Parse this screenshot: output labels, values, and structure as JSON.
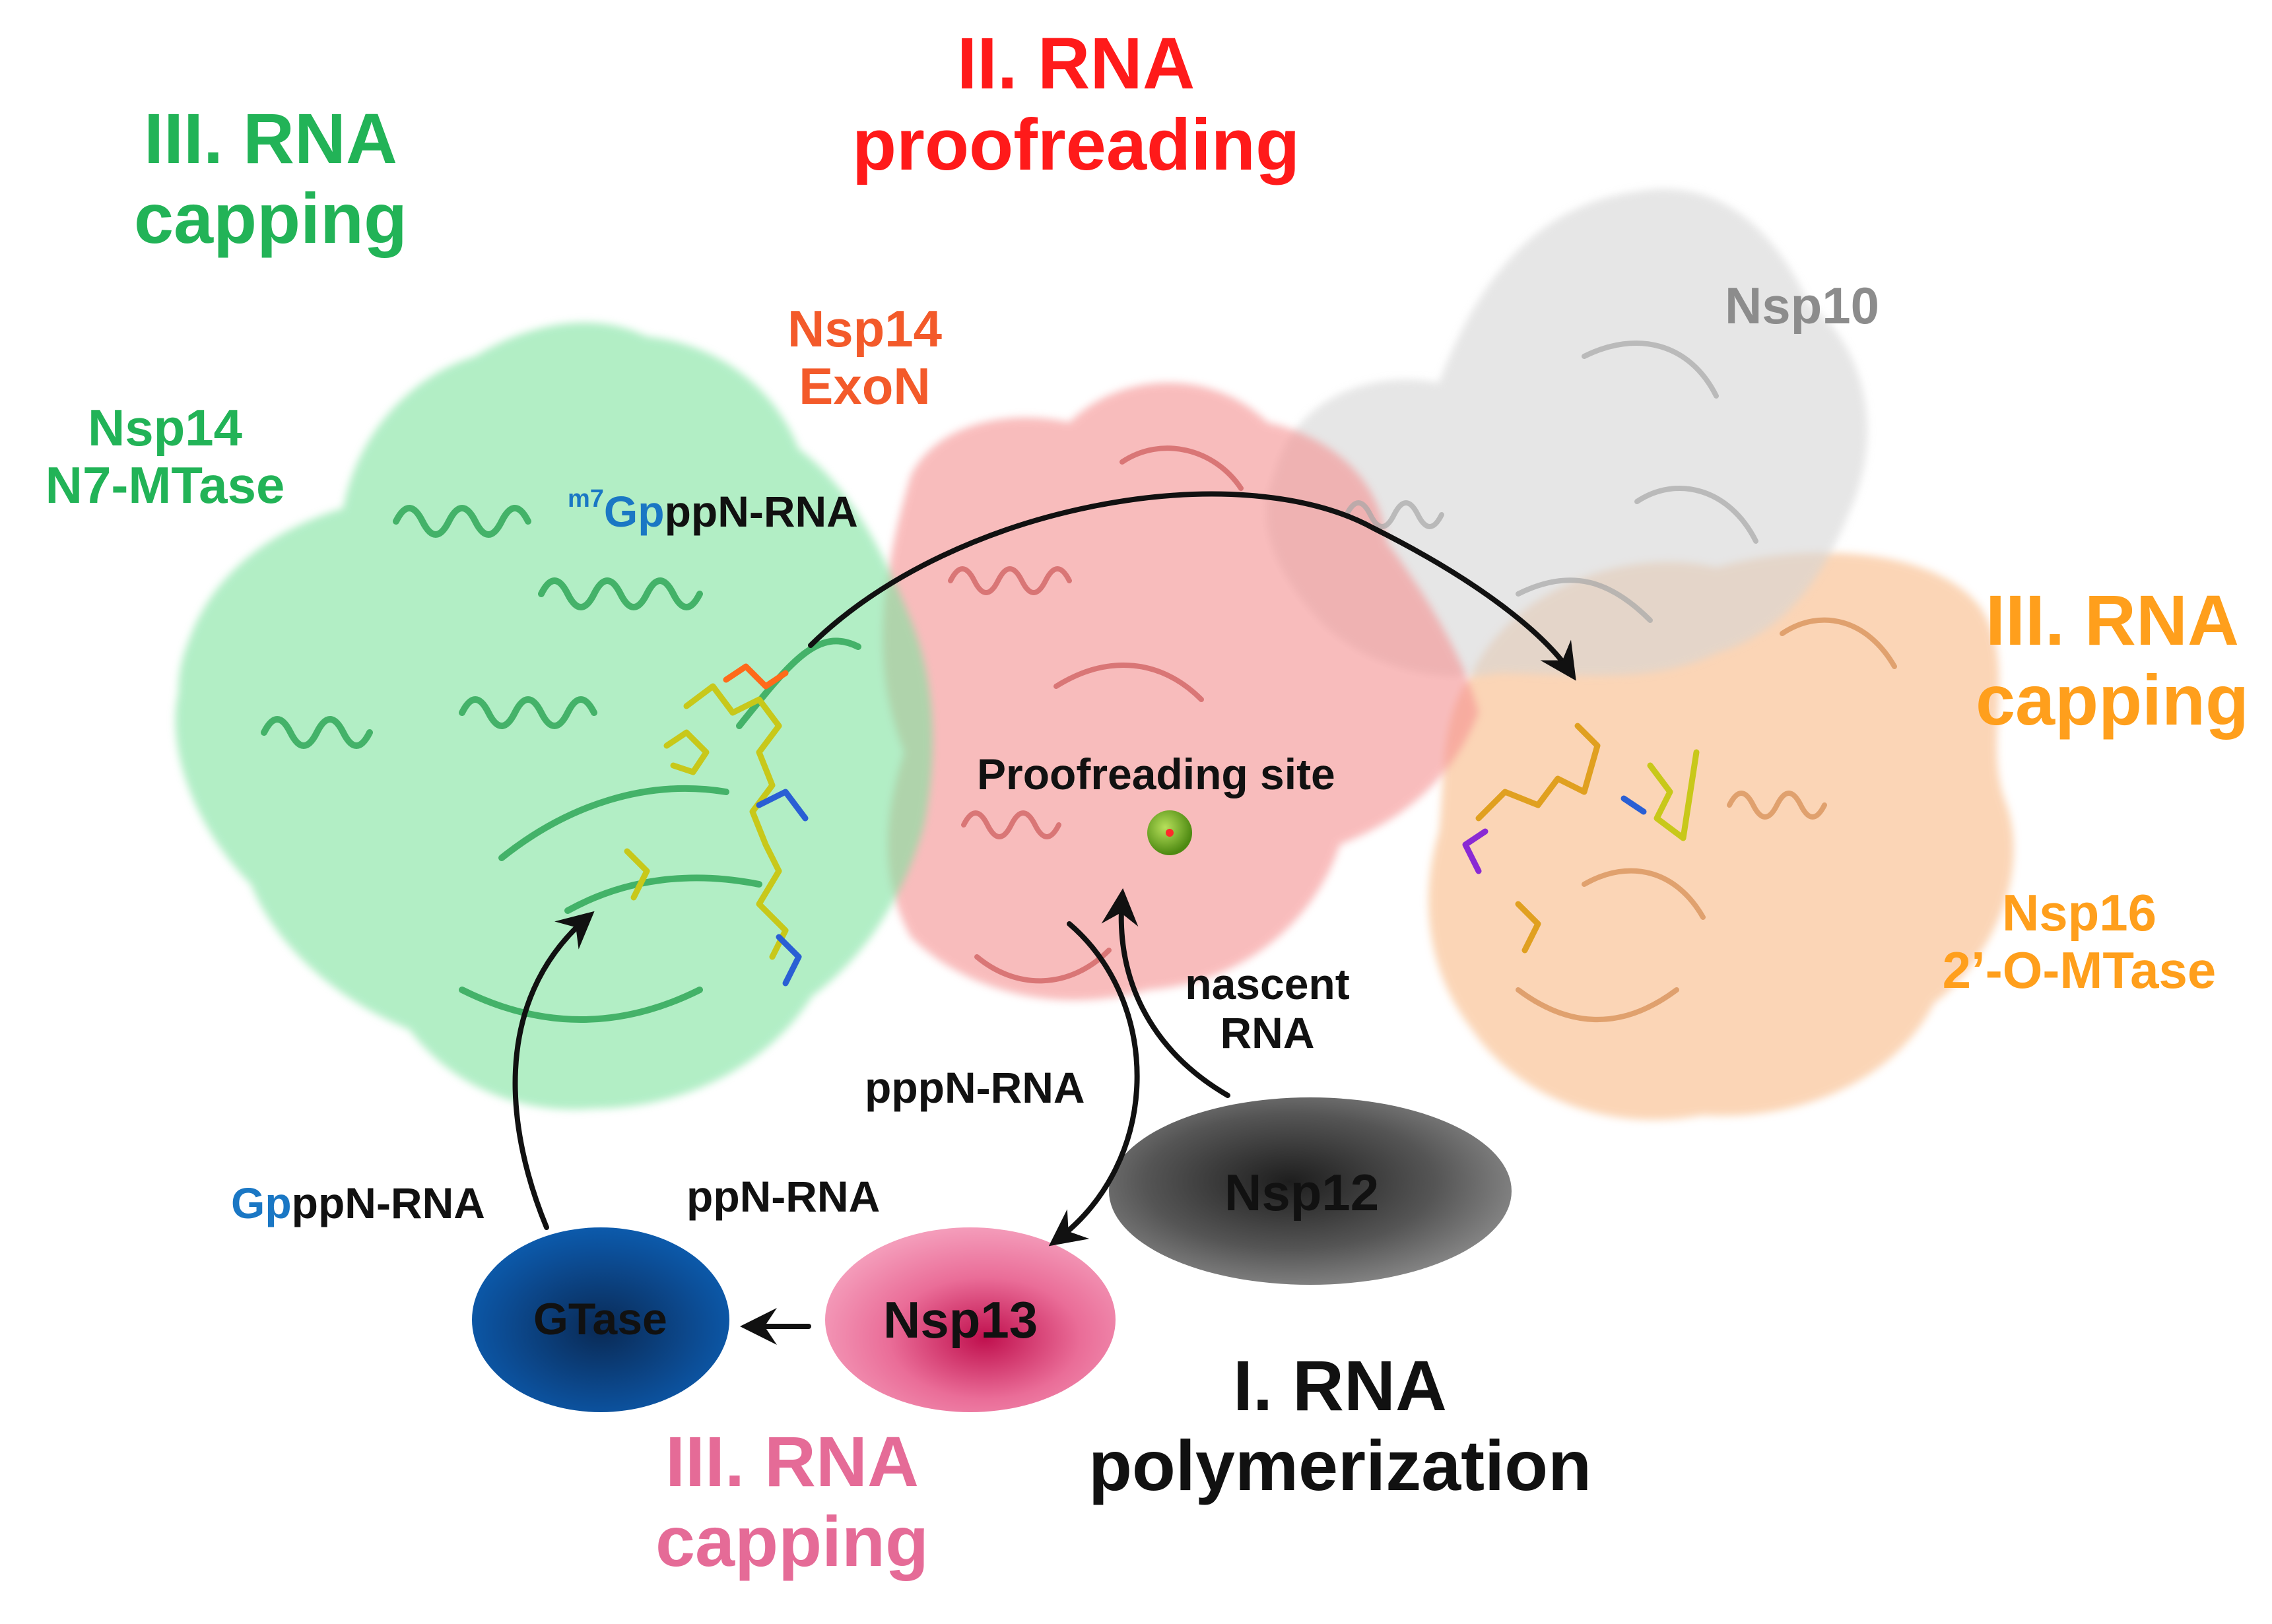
{
  "colors": {
    "green": "#22b357",
    "green_surface": "#86e8a5",
    "green_ribbon": "#1f9e4a",
    "red": "#ff1a1a",
    "orange_red": "#f35a2a",
    "red_surface": "#f59a9a",
    "red_ribbon": "#c85050",
    "grey": "#8c8c8c",
    "grey_surface": "#e1e1e1",
    "grey_ribbon": "#a6a6a6",
    "orange": "#ff9f1c",
    "orange_surface": "#f9c79b",
    "orange_ribbon": "#d48a50",
    "pink": "#e56b97",
    "blue": "#1a77c4",
    "black": "#111111"
  },
  "sections": {
    "capping_nsp14": {
      "lines": [
        "III. RNA",
        "capping"
      ]
    },
    "proofreading": {
      "lines": [
        "II. RNA",
        "proofreading"
      ]
    },
    "capping_nsp16": {
      "lines": [
        "III. RNA",
        "capping"
      ]
    },
    "capping_nsp13": {
      "lines": [
        "III. RNA",
        "capping"
      ]
    },
    "polymerization": {
      "lines": [
        "I. RNA",
        "polymerization"
      ]
    }
  },
  "proteins": {
    "nsp14_mtase": {
      "lines": [
        "Nsp14",
        "N7-MTase"
      ]
    },
    "nsp14_exon": {
      "lines": [
        "Nsp14",
        "ExoN"
      ]
    },
    "nsp10": {
      "label": "Nsp10"
    },
    "nsp16": {
      "lines": [
        "Nsp16",
        "2’-O-MTase"
      ]
    }
  },
  "site_label": "Proofreading site",
  "enzymes": {
    "gtase": "GTase",
    "nsp13": "Nsp13",
    "nsp12": "Nsp12"
  },
  "rna_labels": {
    "m7gpppn": {
      "sup": "m7",
      "gp": "Gp",
      "rest": "ppN-RNA"
    },
    "gpppn": {
      "gp": "Gp",
      "rest": "ppN-RNA"
    },
    "ppn": "ppN-RNA",
    "pppn": "pppN-RNA",
    "nascent": [
      "nascent",
      "RNA"
    ]
  }
}
